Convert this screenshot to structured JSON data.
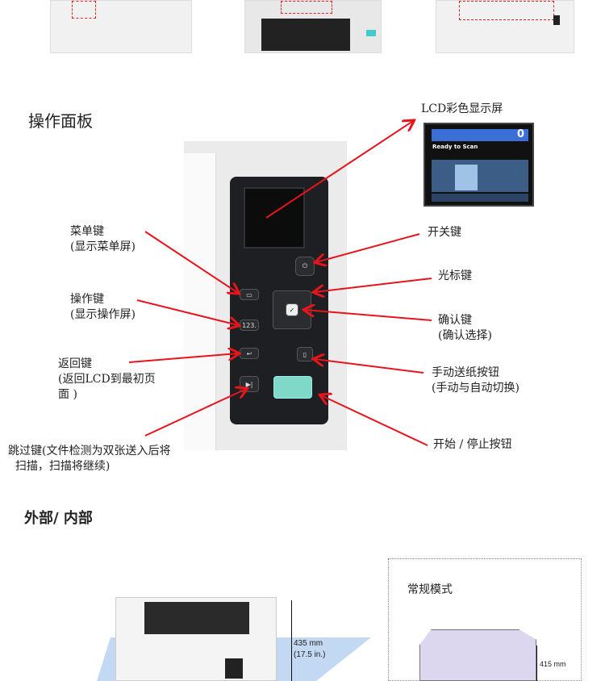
{
  "sections": {
    "control_panel_title": "操作面板",
    "exterior_title": "外部/ 内部"
  },
  "lcd": {
    "title": "LCD彩色显示屏",
    "status": "Ready to Scan",
    "count": "0"
  },
  "labels": {
    "menu_key": "菜单键\n(显示菜单屏)",
    "operation_key": "操作键\n(显示操作屏)",
    "back_key": "返回键\n(返回LCD到最初页\n面 )",
    "skip_key": "跳过键(文件检测为双张送入后将\n  扫描，扫描将继续)",
    "power_key": "开关键",
    "cursor_key": "光标键",
    "confirm_key": "确认键\n(确认选择)",
    "manual_feed": "手动送纸按钮\n(手动与自动切换)",
    "start_stop": "开始 / 停止按钮"
  },
  "panel_buttons": {
    "operation": "123."
  },
  "dimensions": {
    "height_mm": "435 mm",
    "height_in": "(17.5 in.)",
    "normal_mode": "常规模式",
    "normal_height": "415 mm"
  },
  "colors": {
    "arrow": "#e8141b",
    "start_button": "#7fd8c8"
  }
}
